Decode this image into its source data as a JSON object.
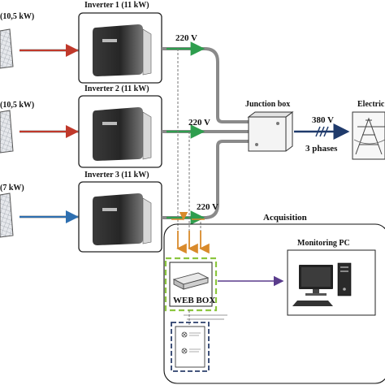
{
  "labels": {
    "panel1_power": "(10,5 kW)",
    "panel2_power": "(10,5 kW)",
    "panel3_power": "(7 kW)",
    "inverter1": "Inverter 1 (11 kW)",
    "inverter2": "Inverter 2 (11 kW)",
    "inverter3": "Inverter 3 (11 kW)",
    "v1": "220 V",
    "v2": "220 V",
    "v3": "220 V",
    "junction_box": "Junction box",
    "grid_voltage": "380 V",
    "phases": "3 phases",
    "grid": "Electric",
    "acquisition": "Acquisition",
    "monitoring_pc": "Monitoring PC",
    "webbox": "WEB BOX"
  },
  "colors": {
    "dc_line_1": "#c0392b",
    "dc_line_2": "#c0392b",
    "dc_line_3": "#2e6fb0",
    "ac_arrow": "#2e9e4e",
    "grid_line": "#1f3a6b",
    "data_arrow": "#d98a2b",
    "pc_link": "#5a3c8c",
    "webbox_outline": "#8cc63f",
    "sensor_outline": "#2b3f6b"
  }
}
